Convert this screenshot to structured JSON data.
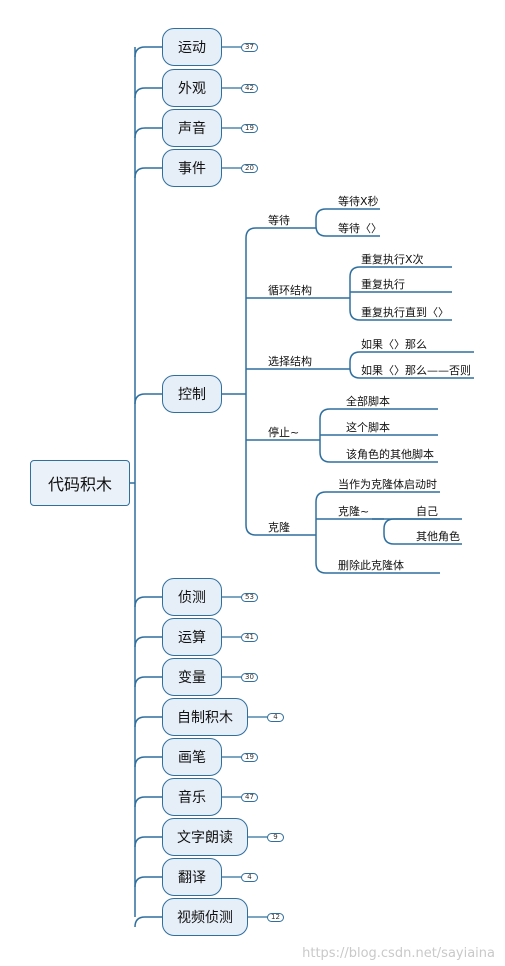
{
  "root": "代码积木",
  "categories": [
    {
      "label": "运动",
      "count": "37"
    },
    {
      "label": "外观",
      "count": "42"
    },
    {
      "label": "声音",
      "count": "19"
    },
    {
      "label": "事件",
      "count": "20"
    },
    {
      "label": "控制",
      "count": ""
    },
    {
      "label": "侦测",
      "count": "53"
    },
    {
      "label": "运算",
      "count": "41"
    },
    {
      "label": "变量",
      "count": "30"
    },
    {
      "label": "自制积木",
      "count": "4"
    },
    {
      "label": "画笔",
      "count": "19"
    },
    {
      "label": "音乐",
      "count": "47"
    },
    {
      "label": "文字朗读",
      "count": "9"
    },
    {
      "label": "翻译",
      "count": "4"
    },
    {
      "label": "视频侦测",
      "count": "12"
    }
  ],
  "control": {
    "groups": [
      {
        "label": "等待",
        "items": [
          "等待X秒",
          "等待〈〉"
        ]
      },
      {
        "label": "循环结构",
        "items": [
          "重复执行X次",
          "重复执行",
          "重复执行直到〈〉"
        ]
      },
      {
        "label": "选择结构",
        "items": [
          "如果〈〉那么",
          "如果〈〉那么——否则"
        ]
      },
      {
        "label": "停止~",
        "items": [
          "全部脚本",
          "这个脚本",
          "该角色的其他脚本"
        ]
      },
      {
        "label": "克隆",
        "items": [
          "当作为克隆体启动时",
          "克隆~",
          "删除此克隆体"
        ],
        "sub": {
          "label": "克隆~",
          "items": [
            "自己",
            "其他角色"
          ]
        }
      }
    ]
  },
  "watermark": "https://blog.csdn.net/sayiaina",
  "colors": {
    "line": "#2f6f9e",
    "node_fill": "#e6eef7",
    "node_border": "#2f6f9e"
  }
}
